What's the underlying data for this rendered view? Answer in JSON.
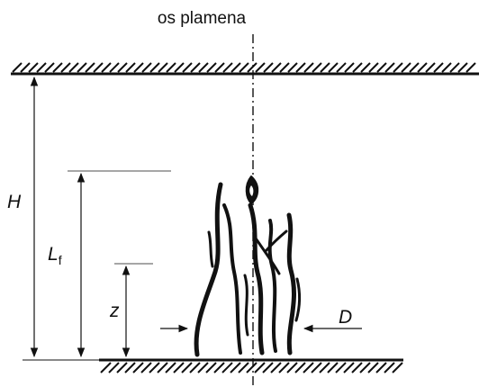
{
  "title": "os plamena",
  "labels": {
    "H": "H",
    "Lf_main": "L",
    "Lf_sub": "f",
    "z": "z",
    "D": "D"
  },
  "colors": {
    "ink": "#111111",
    "background": "#ffffff"
  }
}
